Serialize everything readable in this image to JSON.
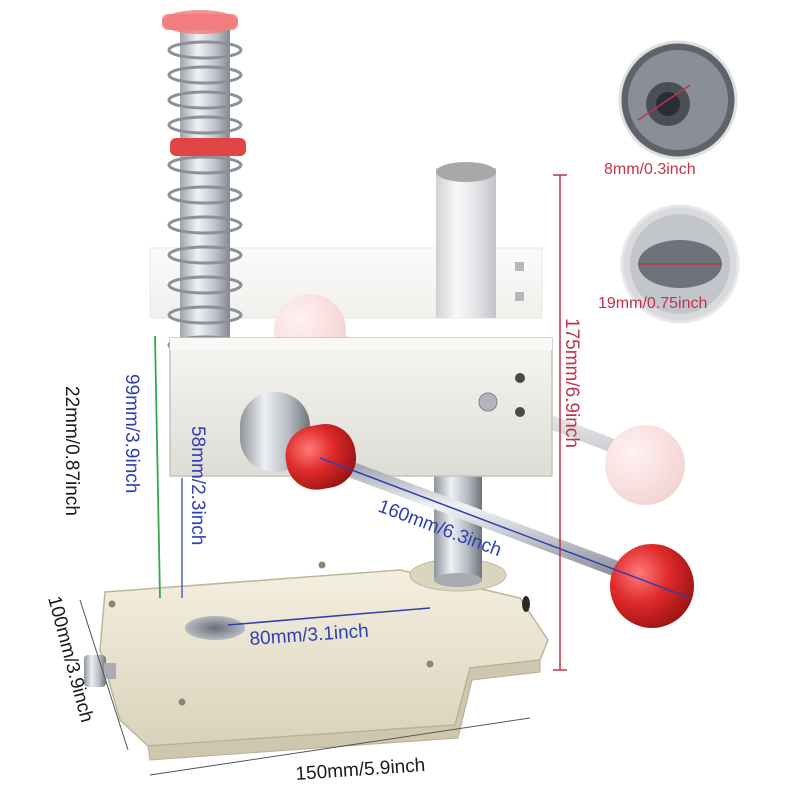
{
  "product": {
    "name_icon": "manual-press-machine-icon"
  },
  "dimensions": {
    "height_total": "175mm/6.9inch",
    "handle_length": "160mm/6.3inch",
    "post_height": "99mm/3.9inch",
    "throat_height": "58mm/2.3inch",
    "base_thickness": "22mm/0.87inch",
    "throat_depth": "80mm/3.1inch",
    "base_depth": "100mm/3.9inch",
    "base_width": "150mm/5.9inch"
  },
  "callouts": {
    "thread_hole": "8mm/0.3inch",
    "bore_hole": "19mm/0.75inch"
  },
  "colors": {
    "base": "#ece6d2",
    "head": "#efeee9",
    "steel": "#c9ccd2",
    "knob_red": "#e02a2a",
    "knob_pink": "#f4b6b6",
    "dim_blue": "#2e3fb0",
    "dim_red": "#c2324a",
    "dim_green": "#35a84b"
  }
}
